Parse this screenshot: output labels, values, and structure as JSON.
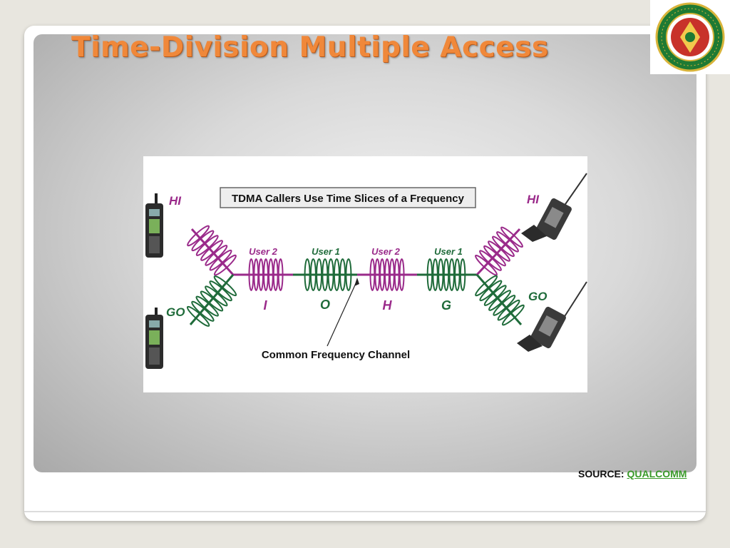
{
  "slide": {
    "title": "Time-Division Multiple Access"
  },
  "logo": {
    "name": "university-seal",
    "text_top": "UNIVERSITAS JENDERAL ACHMAD YANI",
    "text_bottom": "BANDUNG - CIMAHI"
  },
  "figure": {
    "box_title": "TDMA Callers Use Time Slices of a Frequency",
    "left_top_caller": "HI",
    "left_bottom_caller": "GO",
    "right_top_caller": "HI",
    "right_bottom_caller": "GO",
    "slots": [
      {
        "user": "User 2",
        "letter": "I"
      },
      {
        "user": "User 1",
        "letter": "O"
      },
      {
        "user": "User 2",
        "letter": "H"
      },
      {
        "user": "User 1",
        "letter": "G"
      }
    ],
    "channel_label": "Common Frequency Channel",
    "colors": {
      "user2": "#9a2a8a",
      "user1": "#1f6b3a"
    }
  },
  "source": {
    "label": "SOURCE: ",
    "link_text": "QUALCOMM"
  }
}
